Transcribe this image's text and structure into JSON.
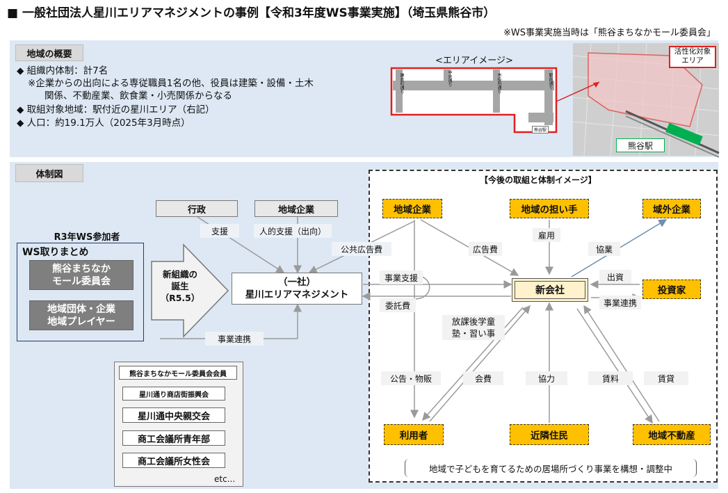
{
  "title": "■ 一般社団法人星川エリアマネジメントの事例【令和3年度WS事業実施】（埼玉県熊谷市）",
  "note": "※WS事業実施当時は「熊谷まちなかモール委員会」",
  "overview": {
    "header": "地域の概要",
    "lines": [
      "◆ 組織内体制：計7名",
      "※企業からの出向による専従職員1名の他、役員は建築・設備・土木",
      "関係、不動産業、飲食業・小売関係からなる",
      "◆ 取組対象地域：駅付近の星川エリア（右記）",
      "◆ 人口：約19.1万人（2025年3月時点）"
    ]
  },
  "area_image": {
    "label": "<エリアイメージ>",
    "streets": [
      "鎌倉町通り",
      "中央通り",
      "市役所通り",
      "駅前通り"
    ],
    "station_small": "熊谷駅",
    "map_tag": "活性化対象\nエリア",
    "station_label": "熊谷駅"
  },
  "structure": {
    "header": "体制図",
    "ws_participants": "R3年WS参加者",
    "ws_summary": "WS取りまとめ",
    "ws_box1": "熊谷まちなか\nモール委員会",
    "ws_box2": "地域団体・企業\n地域プレイヤー",
    "arrow_text": "新組織の\n誕生\n（R5.5）",
    "gyosei": "行政",
    "chiiki_kigyo": "地域企業",
    "shien": "支援",
    "jinteki_shien": "人的支援（出向）",
    "koukyou_koukoku": "公共広告費",
    "org_name": "（一社）\n星川エリアマネジメント",
    "jigyo_renkei": "事業連携",
    "members_header": "熊谷まちなかモール委員会会員",
    "members": [
      "星川通り商店街振興会",
      "星川通中央親交会",
      "商工会議所青年部",
      "商工会議所女性会"
    ],
    "members_more": "etc..."
  },
  "future": {
    "header": "【今後の取組と体制イメージ】",
    "chiiki_kigyo": "地域企業",
    "ninaite": "地域の担い手",
    "gaiki_kigyo": "域外企業",
    "shinkaisha": "新会社",
    "toshika": "投資家",
    "riyousha": "利用者",
    "kinrin": "近隣住民",
    "fudosan": "地域不動産",
    "labels": {
      "koukokuhi": "広告費",
      "koyou": "雇用",
      "kyogyo": "協業",
      "shusshi": "出資",
      "jigyo_renkei": "事業連携",
      "jigyo_shien": "事業支援",
      "itakuhi": "委託費",
      "houkago": "放課後学童\n塾・習い事",
      "kokoku_buppan": "公告・物販",
      "kaihi": "会費",
      "kyoryoku": "協力",
      "chinryo": "賃料",
      "chintai": "賃貸"
    },
    "footer": "地域で子どもを育てるための居場所づくり事業を構想・調整中"
  }
}
